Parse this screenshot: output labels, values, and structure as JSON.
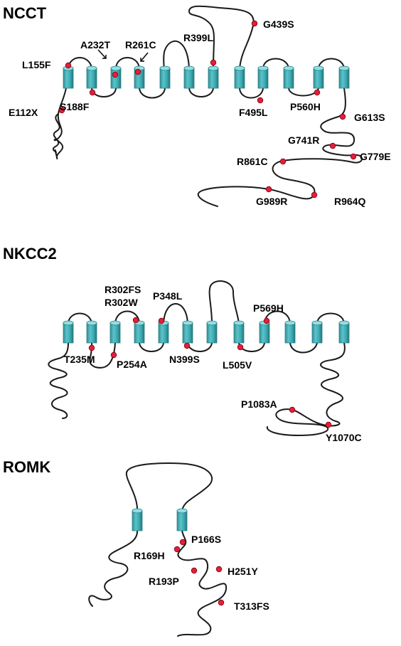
{
  "colors": {
    "helix": "#3aa9b0",
    "helix_top": "#8fe0e6",
    "mutation": "#e0203a",
    "loop": "#1a1a1a"
  },
  "proteins": [
    {
      "id": "ncct",
      "name": "NCCT",
      "mutations": [
        "E112X",
        "L155F",
        "S188F",
        "A232T",
        "R261C",
        "R399L",
        "G439S",
        "F495L",
        "P560H",
        "G613S",
        "G741R",
        "G779E",
        "R861C",
        "G989R",
        "R964Q"
      ]
    },
    {
      "id": "nkcc2",
      "name": "NKCC2",
      "mutations": [
        "T235M",
        "P254A",
        "R302FS",
        "R302W",
        "P348L",
        "N399S",
        "L505V",
        "P569H",
        "P1083A",
        "Y1070C"
      ]
    },
    {
      "id": "romk",
      "name": "ROMK",
      "mutations": [
        "P166S",
        "R169H",
        "R193P",
        "H251Y",
        "T313FS"
      ]
    }
  ]
}
